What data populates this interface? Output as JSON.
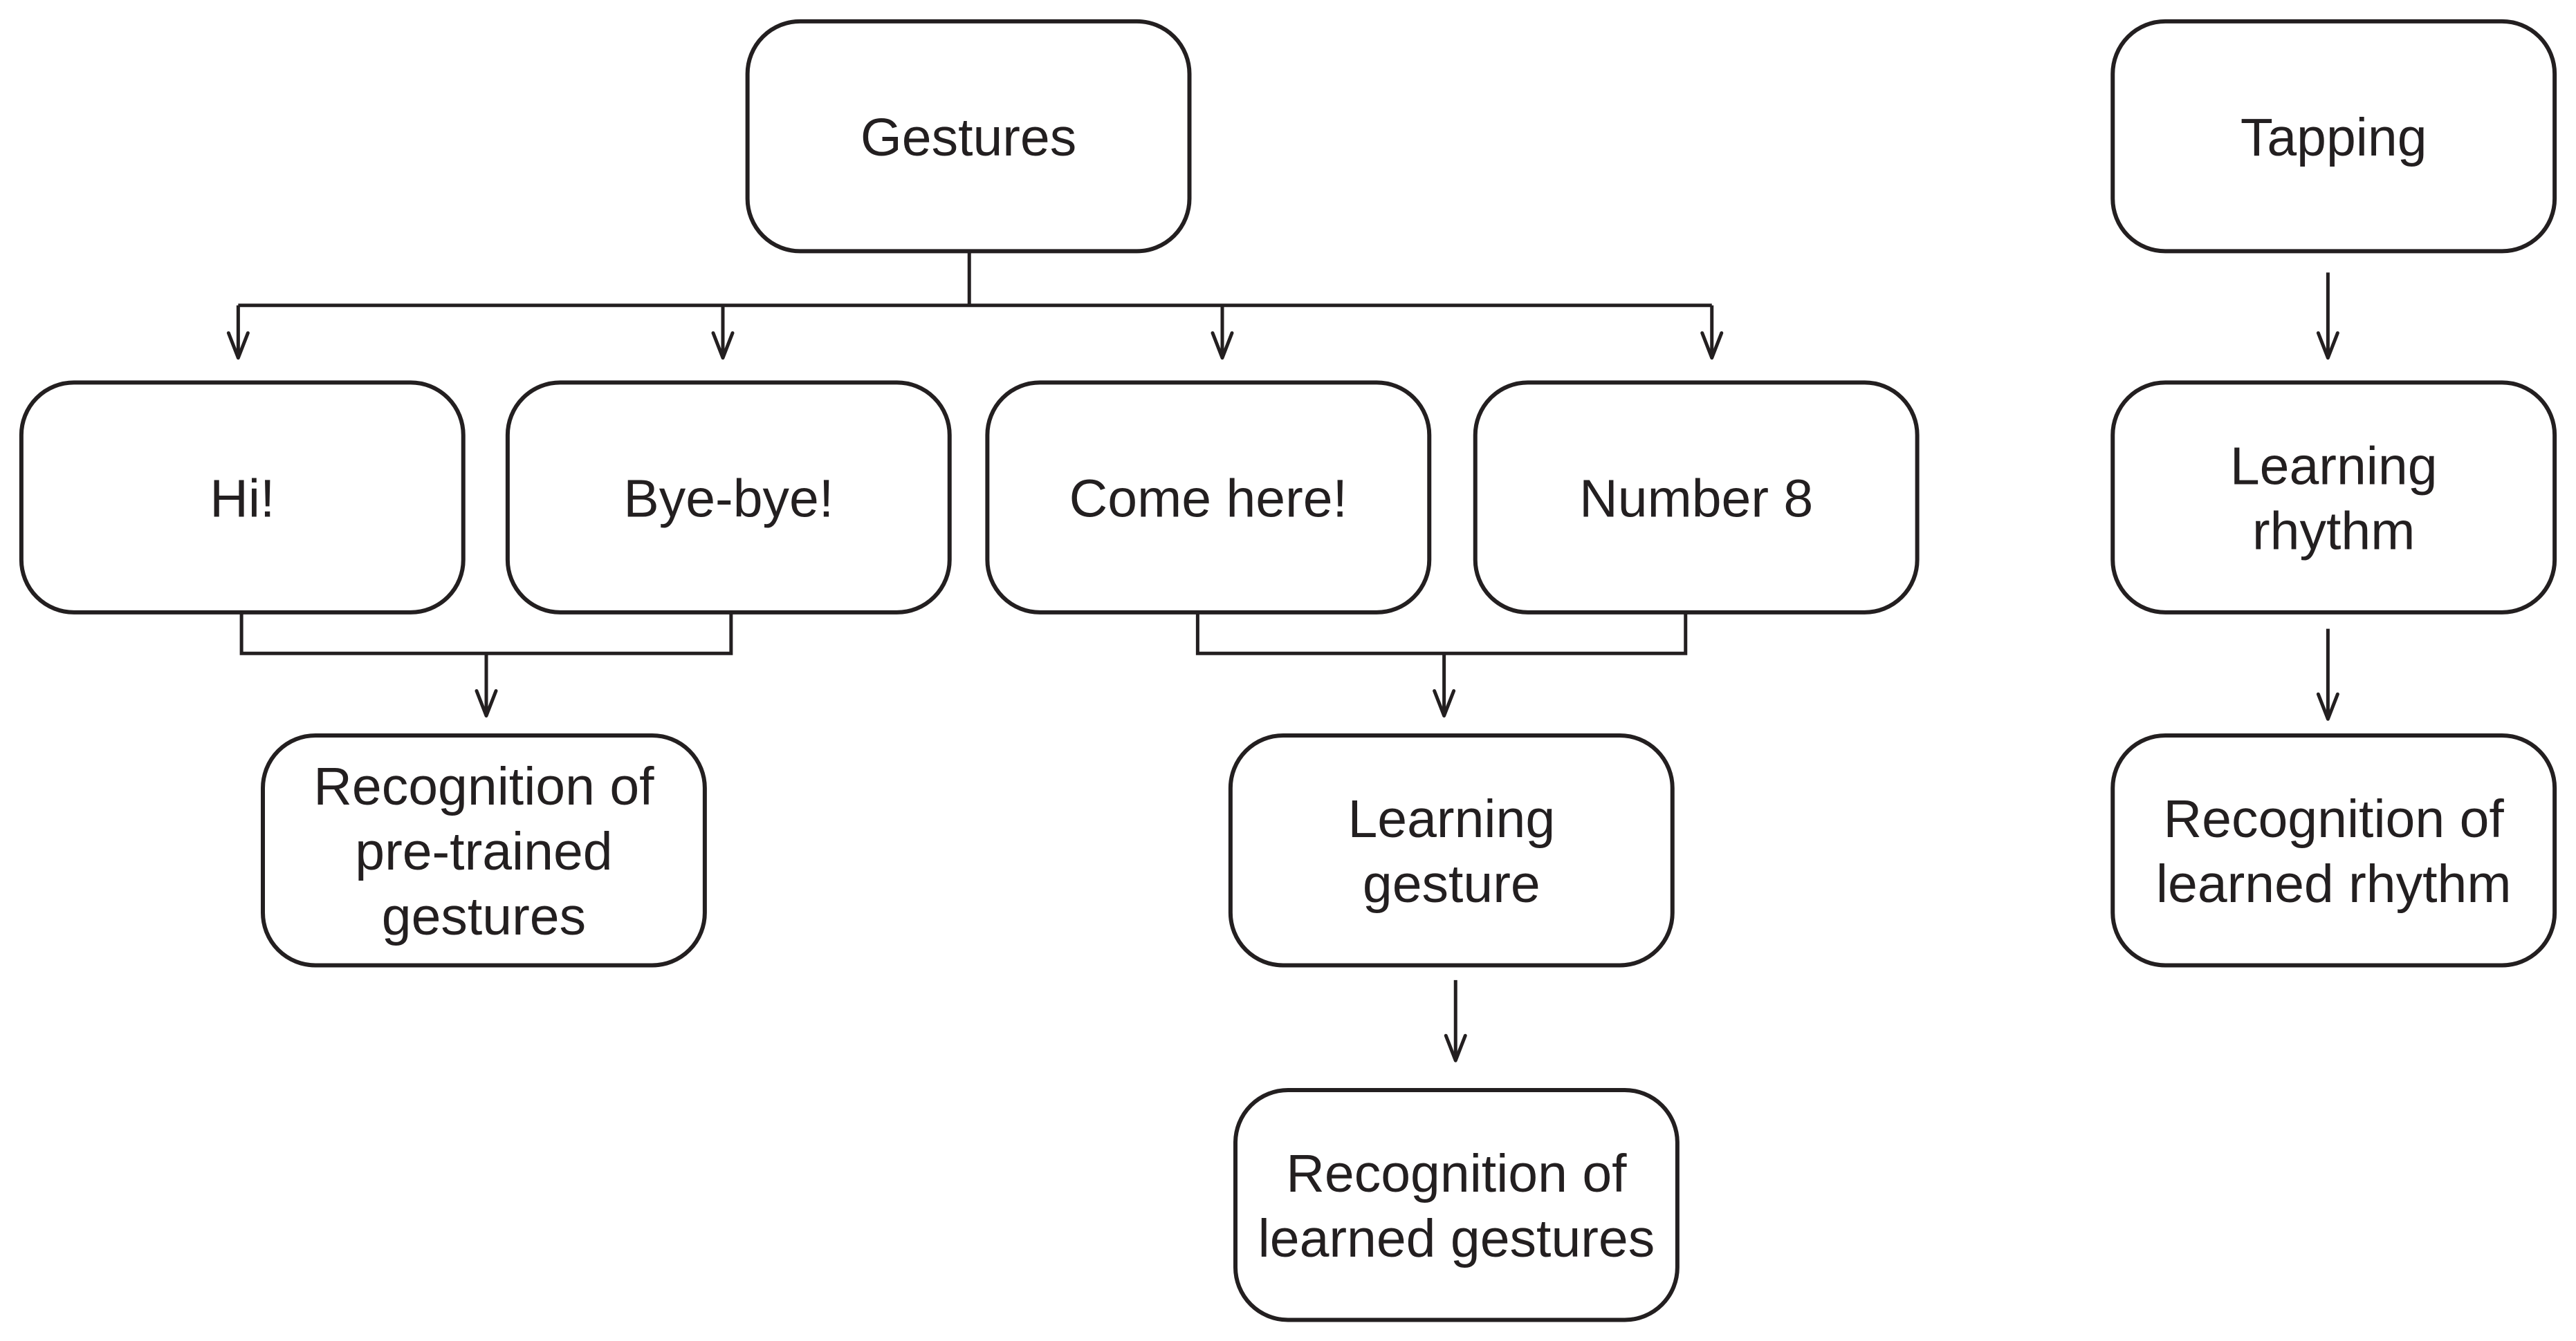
{
  "diagram": {
    "nodes": {
      "gestures": [
        "Gestures"
      ],
      "hi": [
        "Hi!"
      ],
      "byebye": [
        "Bye-bye!"
      ],
      "come_here": [
        "Come here!"
      ],
      "number8": [
        "Number 8"
      ],
      "recog_pretrained": [
        "Recognition of",
        "pre-trained",
        "gestures"
      ],
      "learning_gesture": [
        "Learning",
        "gesture"
      ],
      "recog_learned_gestures": [
        "Recognition of",
        "learned gestures"
      ],
      "tapping": [
        "Tapping"
      ],
      "learning_rhythm": [
        "Learning",
        "rhythm"
      ],
      "recog_learned_rhythm": [
        "Recognition of",
        "learned rhythm"
      ]
    },
    "edges": [
      {
        "from": "gestures",
        "to": "hi"
      },
      {
        "from": "gestures",
        "to": "byebye"
      },
      {
        "from": "gestures",
        "to": "come_here"
      },
      {
        "from": "gestures",
        "to": "number8"
      },
      {
        "from": "hi",
        "to": "recog_pretrained"
      },
      {
        "from": "byebye",
        "to": "recog_pretrained"
      },
      {
        "from": "come_here",
        "to": "learning_gesture"
      },
      {
        "from": "number8",
        "to": "learning_gesture"
      },
      {
        "from": "learning_gesture",
        "to": "recog_learned_gestures"
      },
      {
        "from": "tapping",
        "to": "learning_rhythm"
      },
      {
        "from": "learning_rhythm",
        "to": "recog_learned_rhythm"
      }
    ]
  }
}
